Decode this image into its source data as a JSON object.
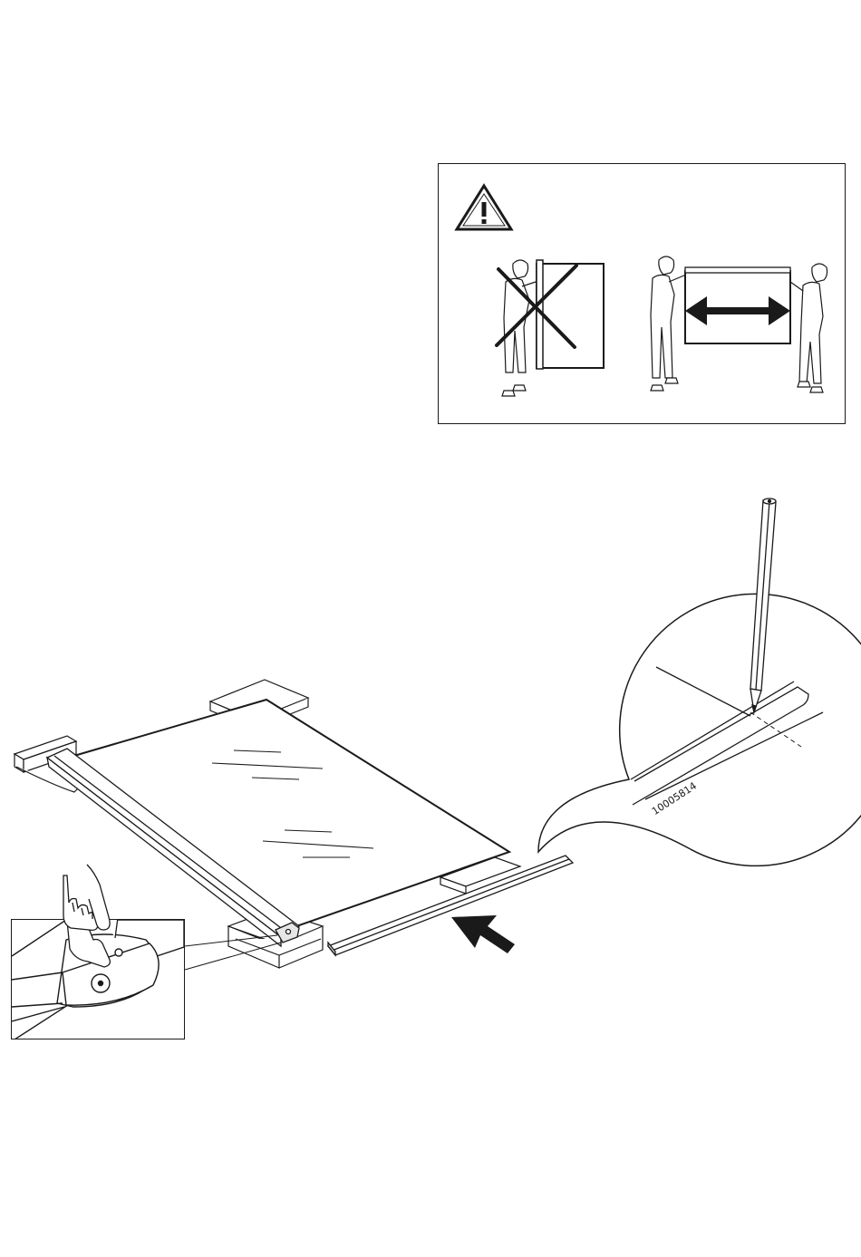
{
  "warning_panel": {
    "icon": "warning-triangle-icon",
    "incorrect_icon": "cross-mark-icon",
    "correct_icon": "double-arrow-icon"
  },
  "main_illustration": {
    "part_number": "10005814",
    "icons": [
      "glass-panel",
      "rail-profile",
      "pencil-icon",
      "push-arrow-icon",
      "finger-press-icon",
      "magnifier-callout"
    ]
  },
  "colors": {
    "line": "#1a1a1a",
    "fill": "#ffffff",
    "shade": "#d9d9d9"
  }
}
